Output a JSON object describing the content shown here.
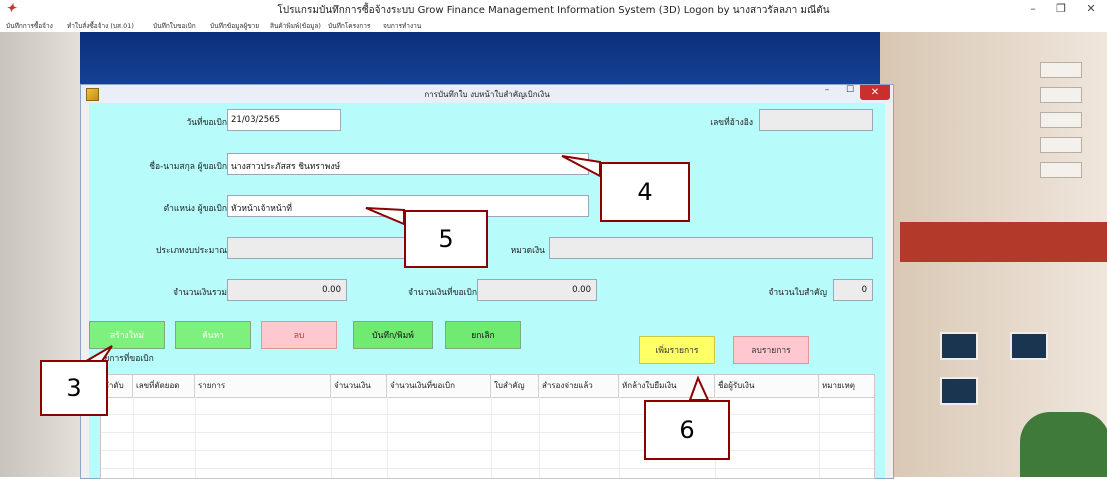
{
  "app": {
    "title": "โปรแกรมบันทึกการซื้อจ้างระบบ Grow Finance Management Information System (3D) Logon by นางสาวรัลลภา มณีตัน",
    "logo_glyph": "✦"
  },
  "menubar": {
    "items": [
      "บันทึกการซื้อจ้าง",
      "ทำใบสั่งซื้อจ้าง (บส.01)",
      "บันทึกใบขอเบิก",
      "บันทึกข้อมูลผู้ขาย",
      "สินค้าพิมพ์(ข้อมูล)",
      "บันทึกโครงการ",
      "จบการทำงาน"
    ]
  },
  "dialog": {
    "title": "การบันทึกใบ งบหน้าใบสำคัญเบิกเงิน",
    "labels": {
      "request_date": "วันที่ขอเบิก",
      "reference_no": "เลขที่อ้างอิง",
      "requester_name": "ชื่อ-นามสกุล ผู้ขอเบิก",
      "requester_position": "ตำแหน่ง ผู้ขอเบิก",
      "budget_type": "ประเภทงบประมาณ",
      "fund_category": "หมวดเงิน",
      "total_amount": "จำนวนเงินรวม",
      "requested_amount": "จำนวนเงินที่ขอเบิก",
      "voucher_count": "จำนวนใบสำคัญ"
    },
    "values": {
      "request_date": "21/03/2565",
      "reference_no": "",
      "requester_name": "นางสาวประภัสสร ชินทราพงษ์",
      "requester_position": "หัวหน้าเจ้าหน้าที่",
      "budget_type": "",
      "fund_category": "",
      "total_amount": "0.00",
      "requested_amount": "0.00",
      "voucher_count": "0"
    },
    "buttons": {
      "new": "สร้างใหม่",
      "search": "ค้นหา",
      "delete": "ลบ",
      "save_print": "บันทึก/พิมพ์",
      "cancel": "ยกเลิก",
      "add_item": "เพิ่มรายการ",
      "delete_item": "ลบรายการ"
    },
    "group_title": "รายการที่ขอเบิก",
    "table_columns": [
      "ลำดับ",
      "เลขที่ตัดยอด",
      "รายการ",
      "จำนวนเงิน",
      "จำนวนเงินที่ขอเบิก",
      "ใบสำคัญ",
      "สำรองจ่ายแล้ว",
      "หักล้างใบยืมเงิน",
      "ชื่อผู้รับเงิน",
      "หมายเหตุ"
    ]
  },
  "annotations": {
    "a3": "3",
    "a4": "4",
    "a5": "5",
    "a6": "6"
  },
  "colors": {
    "form_bg": "#b7fbfb",
    "annotation_border": "#8b0000",
    "close_button": "#c9302c"
  }
}
